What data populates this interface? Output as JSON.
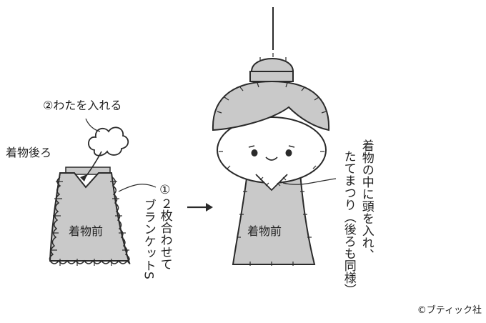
{
  "labels": {
    "step2": "②わたを入れる",
    "back_piece": "着物後ろ",
    "front_left": "着物前",
    "front_right": "着物前",
    "step1_col1": "①２枚合わせて",
    "step1_col2": "ブランケットS",
    "insert_col1": "着物の中に頭を入れ、",
    "insert_col2": "たてまつり（後ろも同様）",
    "copyright": "©ブティック社"
  },
  "colors": {
    "fabric_gray": "#c9c9c9",
    "stroke": "#2a2a2a",
    "face": "#ffffff"
  }
}
